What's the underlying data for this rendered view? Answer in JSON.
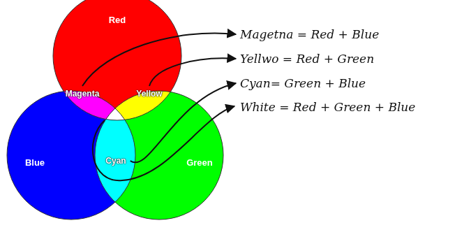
{
  "diagram": {
    "nodes": [
      {
        "text": [
          "Red"
        ]
      },
      {
        "text": [
          "Magenta"
        ]
      },
      {
        "text": [
          "Yellow"
        ]
      },
      {
        "text": [
          "Blue"
        ]
      },
      {
        "text": [
          "Cyan"
        ]
      },
      {
        "text": [
          "Green"
        ]
      },
      {
        "text": [
          "Magetna = Red + Blue"
        ]
      },
      {
        "text": [
          "Yellwo = Red + Green"
        ]
      },
      {
        "text": [
          "Cyan= Green + Blue"
        ]
      },
      {
        "text": [
          "White = Red + Green + Blue"
        ]
      }
    ],
    "edges": [
      {
        "from": 1,
        "to": 6,
        "arrow": "to"
      },
      {
        "from": 2,
        "to": 7,
        "arrow": "to"
      },
      {
        "from": 4,
        "to": 8,
        "arrow": "to"
      }
    ]
  }
}
